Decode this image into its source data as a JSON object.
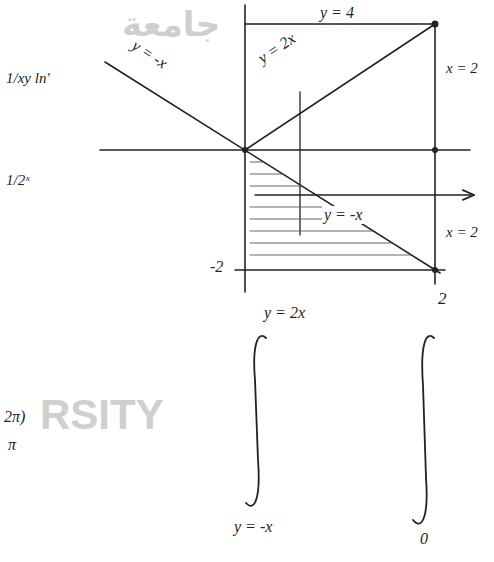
{
  "diagram": {
    "labels": [
      "y = 4",
      "y = 2x",
      "y = -x",
      "x = 2",
      "y = -x",
      "x = 2",
      "-2",
      "2",
      "y = 2x",
      "y = -x",
      "0",
      "1/xy ln'",
      "1/2ˣ",
      "2π)",
      "π",
      "RSITY",
      "جامعة"
    ]
  }
}
